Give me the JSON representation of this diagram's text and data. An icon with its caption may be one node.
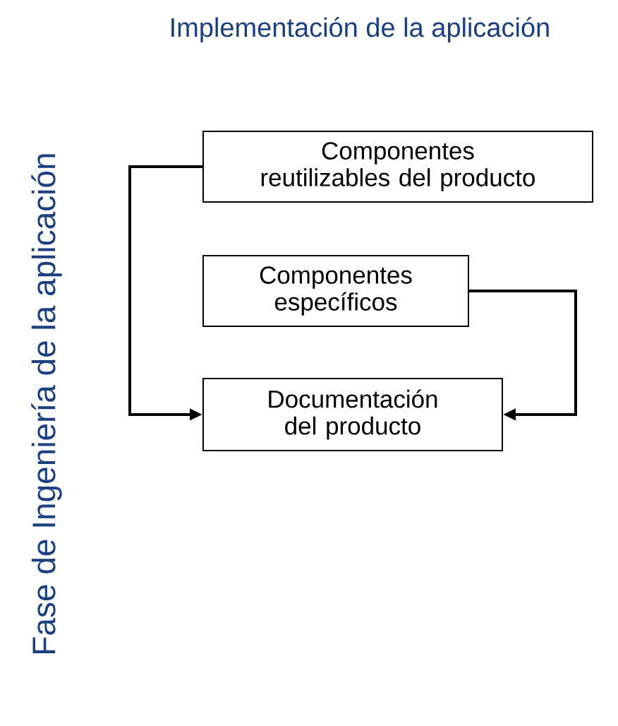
{
  "diagram": {
    "title": "Implementación de la aplicación",
    "nodes": [
      {
        "text": [
          "Componentes reutilizables del producto"
        ]
      },
      {
        "text": [
          "Componentes específicos"
        ]
      },
      {
        "text": [
          "Documentación del producto"
        ]
      }
    ],
    "edges": [
      {
        "from": 0,
        "to": 2,
        "arrow": "to"
      },
      {
        "from": 1,
        "to": 2,
        "arrow": "to"
      }
    ],
    "labels": [
      "Fase  de Ingeniería de la aplicación"
    ]
  }
}
